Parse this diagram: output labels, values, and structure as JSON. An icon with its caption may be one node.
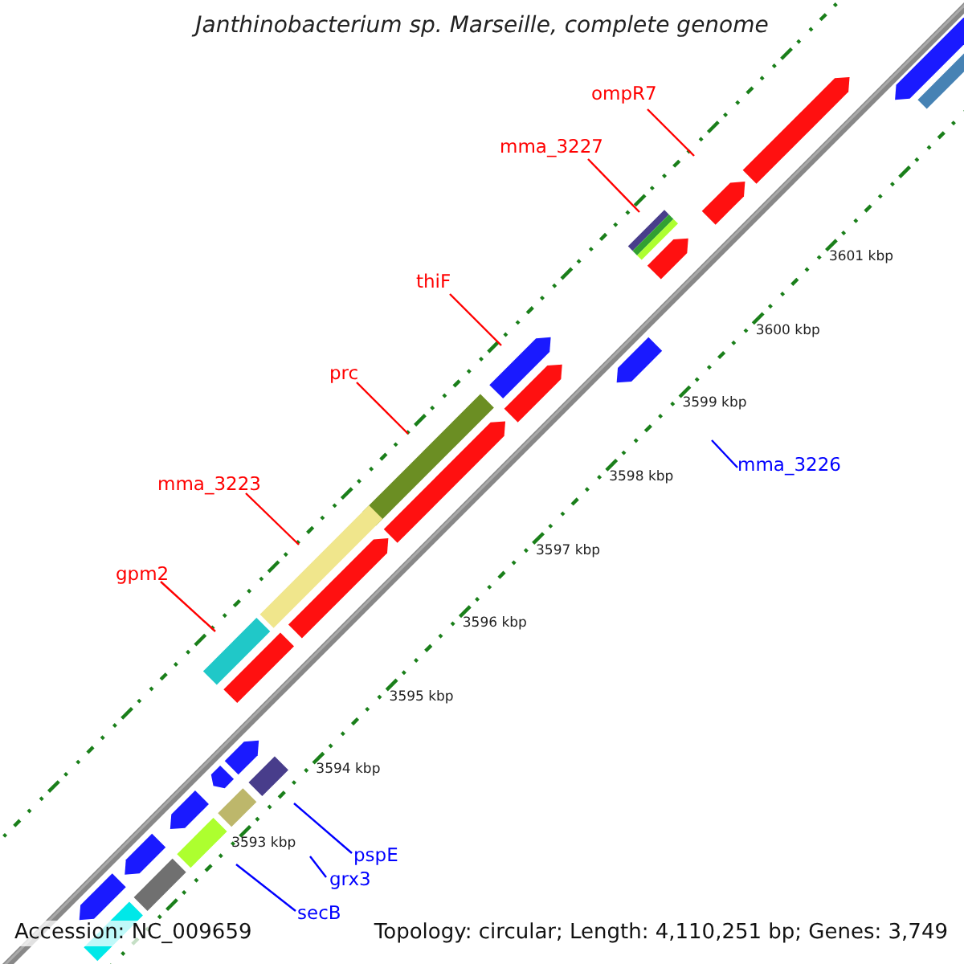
{
  "diagram": {
    "title": "Janthinobacterium sp. Marseille, complete genome",
    "nodes": [
      {
        "text": [
          "ompR7"
        ]
      },
      {
        "text": [
          "mma_3227"
        ]
      },
      {
        "text": [
          "thiF"
        ]
      },
      {
        "text": [
          "prc"
        ]
      },
      {
        "text": [
          "mma_3226"
        ]
      },
      {
        "text": [
          "mma_3223"
        ]
      },
      {
        "text": [
          "gpm2"
        ]
      },
      {
        "text": [
          "pspE"
        ]
      },
      {
        "text": [
          "grx3"
        ]
      },
      {
        "text": [
          "secB"
        ]
      }
    ],
    "edges": [
      {
        "from": 0,
        "to": null,
        "arrow": "none"
      },
      {
        "from": 1,
        "to": null,
        "arrow": "none"
      },
      {
        "from": 2,
        "to": null,
        "arrow": "none"
      },
      {
        "from": 3,
        "to": null,
        "arrow": "none"
      },
      {
        "from": 4,
        "to": null,
        "arrow": "none",
        "color": "#0000ff"
      },
      {
        "from": 5,
        "to": null,
        "arrow": "none"
      },
      {
        "from": 6,
        "to": null,
        "arrow": "none"
      },
      {
        "from": 7,
        "to": null,
        "arrow": "none",
        "color": "#0000ff"
      },
      {
        "from": 8,
        "to": null,
        "arrow": "none",
        "color": "#0000ff"
      },
      {
        "from": 9,
        "to": null,
        "arrow": "none",
        "color": "#0000ff"
      }
    ],
    "labels": [
      "3601 kbp",
      "3600 kbp",
      "3599 kbp",
      "3598 kbp",
      "3597 kbp",
      "3596 kbp",
      "3595 kbp",
      "3594 kbp",
      "3593 kbp",
      "Accession: NC_009659",
      "Topology: circular; Length: 4,110,251 bp; Genes: 3,749"
    ]
  }
}
